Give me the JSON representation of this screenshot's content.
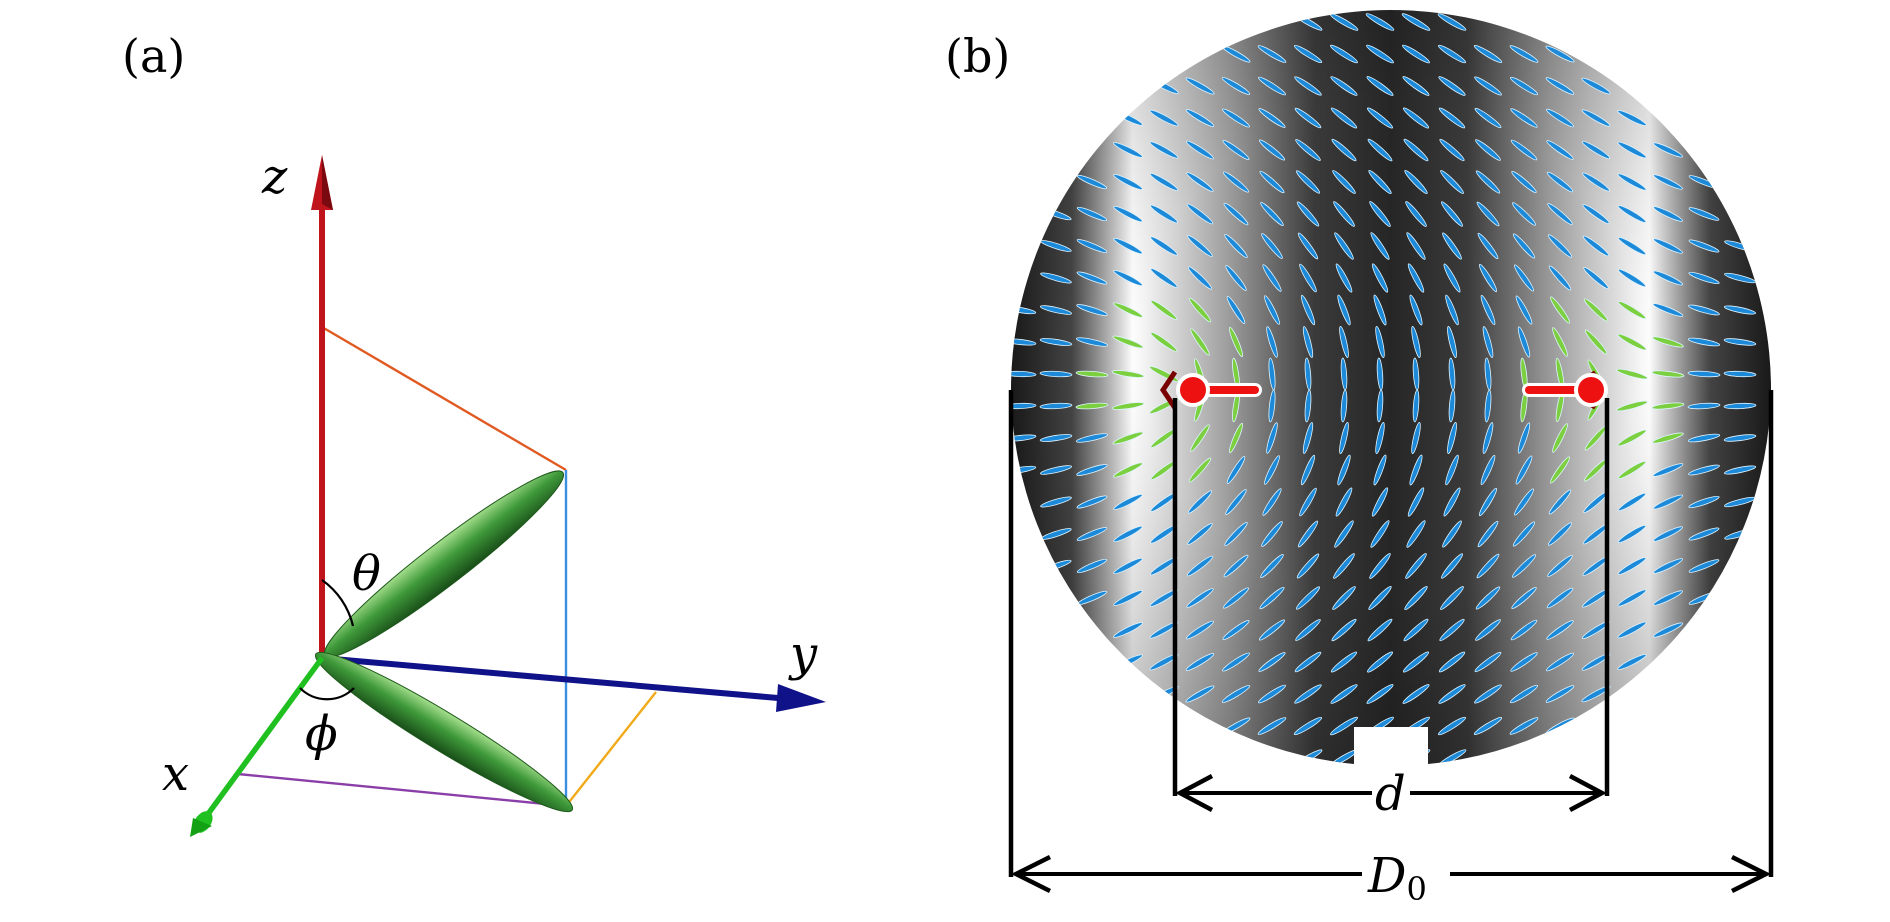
{
  "panel_a": {
    "label": "(a)",
    "axes": {
      "z": "z",
      "y": "y",
      "x": "x"
    },
    "angles": {
      "theta": "θ",
      "phi": "ϕ"
    },
    "colors": {
      "z_axis": "#c0141c",
      "y_axis": "#10128a",
      "x_axis": "#1fc01f",
      "ellipsoid": "#3f9a3a",
      "projection_z": "#e05a22",
      "projection_vertical": "#3a8fe0",
      "projection_y": "#f0aa1a",
      "projection_x": "#8a3ea8"
    }
  },
  "panel_b": {
    "label": "(b)",
    "dimensions": {
      "d": "d",
      "D0_main": "D",
      "D0_sub": "0"
    },
    "colors": {
      "director_blue": "#1c8ad8",
      "director_green": "#7cd040",
      "defect": "#ee1111"
    }
  }
}
